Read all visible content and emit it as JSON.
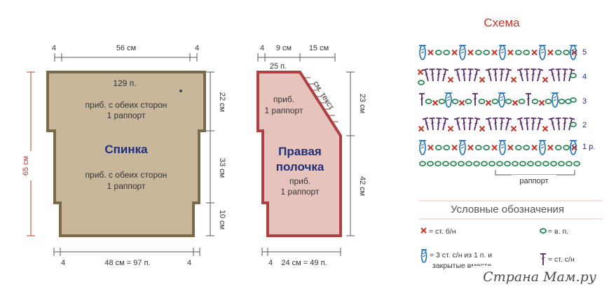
{
  "back_panel": {
    "top_dims": [
      "4",
      "56 см",
      "4"
    ],
    "stitch_count_top": "129 п.",
    "note_top_1": "приб. с обеих сторон",
    "note_top_2": "1 раппорт",
    "title": "Спинка",
    "note_mid_1": "приб. с обеих сторон",
    "note_mid_2": "1 раппорт",
    "right_dims": [
      "22 см",
      "33 см",
      "10 см"
    ],
    "left_dim": "65 см",
    "bottom_dims": [
      "4",
      "48 см = 97 п.",
      "4"
    ],
    "fill_color": "#c8b79b",
    "border_color": "#7a6a4a"
  },
  "front_panel": {
    "top_dims": [
      "4",
      "9 см",
      "15 см"
    ],
    "stitch_count_top": "25 п.",
    "see_text": "см. текст",
    "note_1": "приб.",
    "note_2": "1 раппорт",
    "title_1": "Правая",
    "title_2": "полочка",
    "note_3": "приб.",
    "note_4": "1 раппорт",
    "right_dims": [
      "23 см",
      "42 см"
    ],
    "bottom_dims": [
      "4",
      "24 см = 49 п."
    ],
    "fill_color": "#e6c4bd",
    "border_color": "#b04040"
  },
  "schema": {
    "title": "Схема",
    "row_numbers": [
      "5",
      "4",
      "3",
      "2",
      "1 р."
    ],
    "rapport_label": "раппорт"
  },
  "legend": {
    "title": "Условные обозначения",
    "items": [
      {
        "icon": "x-sc-icon",
        "text": "= ст. б/н"
      },
      {
        "icon": "chain-icon",
        "text": "= в. п."
      },
      {
        "icon": "cluster-icon",
        "text_1": "= 3 ст. с/н из 1 п. и",
        "text_2": "закрытые вместе"
      },
      {
        "icon": "dc-icon",
        "text": "= ст. с/н"
      }
    ]
  },
  "watermark": "Страна Мам.ру"
}
